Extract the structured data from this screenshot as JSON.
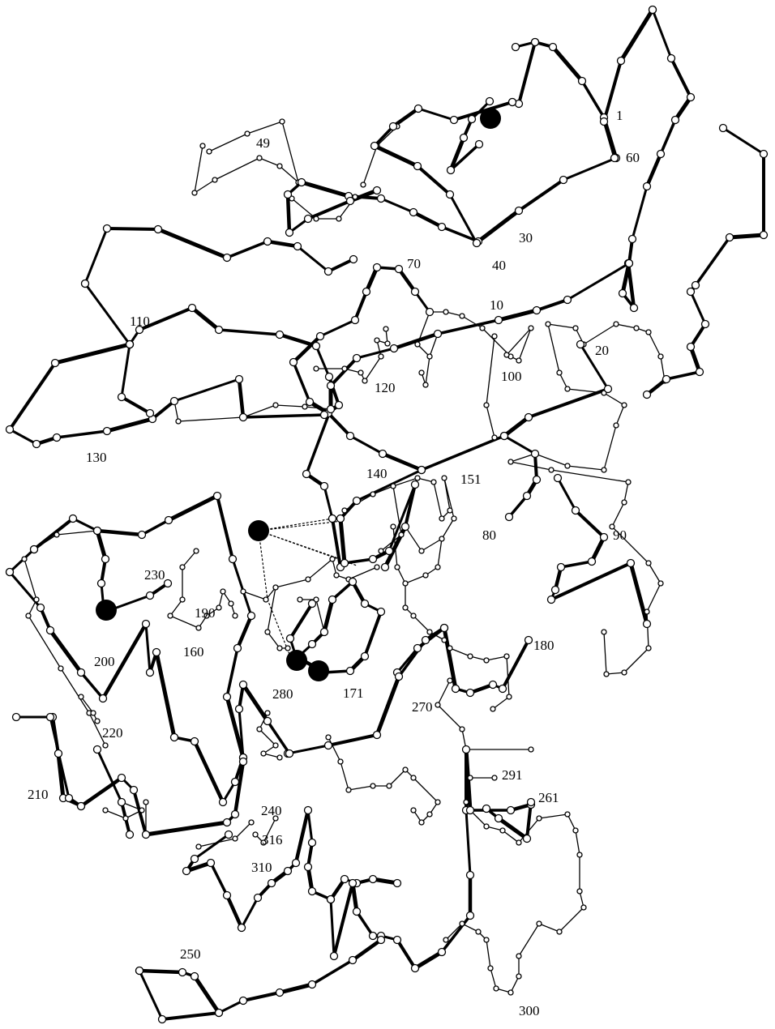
{
  "diagram": {
    "residue_labels": [
      "1",
      "10",
      "20",
      "30",
      "40",
      "49",
      "60",
      "70",
      "80",
      "90",
      "100",
      "110",
      "120",
      "130",
      "140",
      "151",
      "160",
      "171",
      "180",
      "190",
      "200",
      "210",
      "220",
      "230",
      "240",
      "250",
      "261",
      "270",
      "280",
      "291",
      "300",
      "310",
      "316"
    ],
    "colors": {
      "thick_stroke": "#000000",
      "thin_stroke": "#000000",
      "atom_fill": "#ffffff",
      "metal_fill": "#000000"
    }
  }
}
